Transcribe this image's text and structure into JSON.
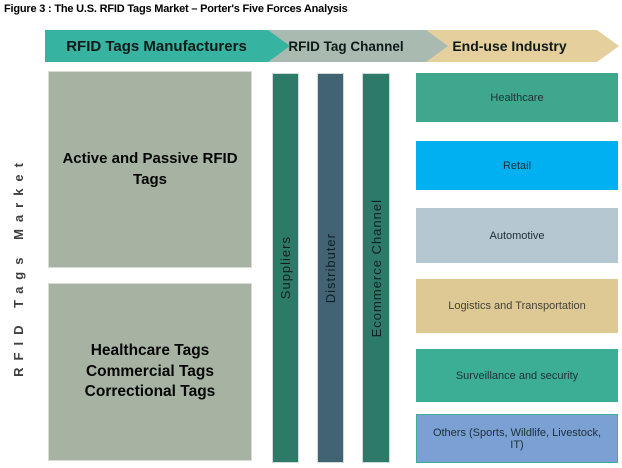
{
  "title": "Figure 3 : The U.S. RFID Tags Market – Porter's Five Forces Analysis",
  "side_label": "RFID Tags Market",
  "headers": [
    {
      "label": "RFID Tags Manufacturers",
      "color": "#36b3a1"
    },
    {
      "label": "RFID Tag Channel",
      "color": "#a9bbb1"
    },
    {
      "label": "End-use Industry",
      "color": "#e4cf9d"
    }
  ],
  "manufacturers": {
    "box_color": "#a6b3a3",
    "active_passive": {
      "lines": [
        "Active and Passive RFID",
        "Tags"
      ]
    },
    "tag_types": {
      "lines": [
        "Healthcare Tags",
        "Commercial Tags",
        "Correctional Tags"
      ]
    }
  },
  "channels": [
    {
      "label": "Suppliers",
      "color": "#2e7a69"
    },
    {
      "label": "Distributer",
      "color": "#426373"
    },
    {
      "label": "Ecommerce Channel",
      "color": "#2e7a69"
    }
  ],
  "industries": [
    {
      "label": "Healthcare",
      "color": "#3fa78b"
    },
    {
      "label": "Retail",
      "color": "#00b0f0"
    },
    {
      "label": "Automotive",
      "color": "#b5c7d1"
    },
    {
      "label": "Logistics and Transportation",
      "color": "#dec893"
    },
    {
      "label": "Surveillance and security",
      "color": "#3dae96"
    },
    {
      "label": "Others (Sports, Wildlife, Livestock, IT)",
      "color": "#7aa0d4",
      "border_color": "#3fae96"
    }
  ]
}
